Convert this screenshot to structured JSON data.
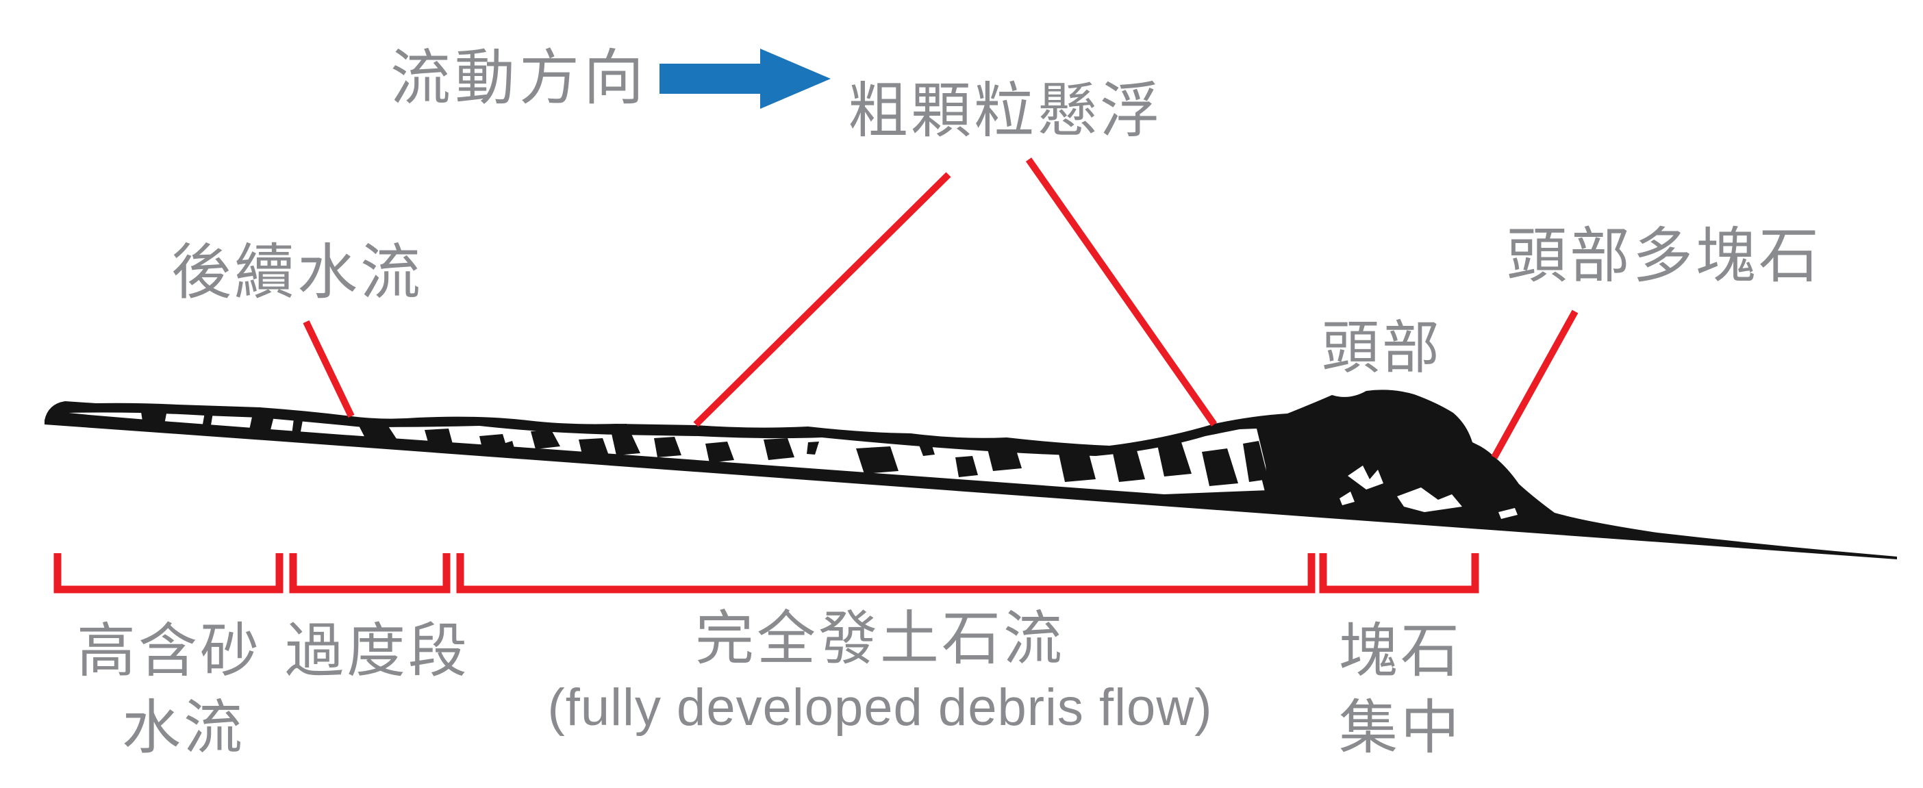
{
  "colors": {
    "red": "#EC1C24",
    "blue": "#1B75BB",
    "gray": "#898B8E",
    "black": "#141414",
    "background": "#FFFFFF"
  },
  "header": {
    "flow_direction_label": "流動方向",
    "arrow_icon": "right-arrow"
  },
  "annotations": {
    "coarse_suspension": "粗顆粒懸浮",
    "rear_flow": "後續水流",
    "head": "頭部",
    "head_boulders": "頭部多塊石"
  },
  "zones": [
    {
      "line1": "高含砂",
      "line2": "水流"
    },
    {
      "line1": "過度段"
    },
    {
      "line1": "完全發土石流",
      "line2": "(fully developed debris flow)"
    },
    {
      "line1": "塊石",
      "line2": "集中"
    }
  ]
}
